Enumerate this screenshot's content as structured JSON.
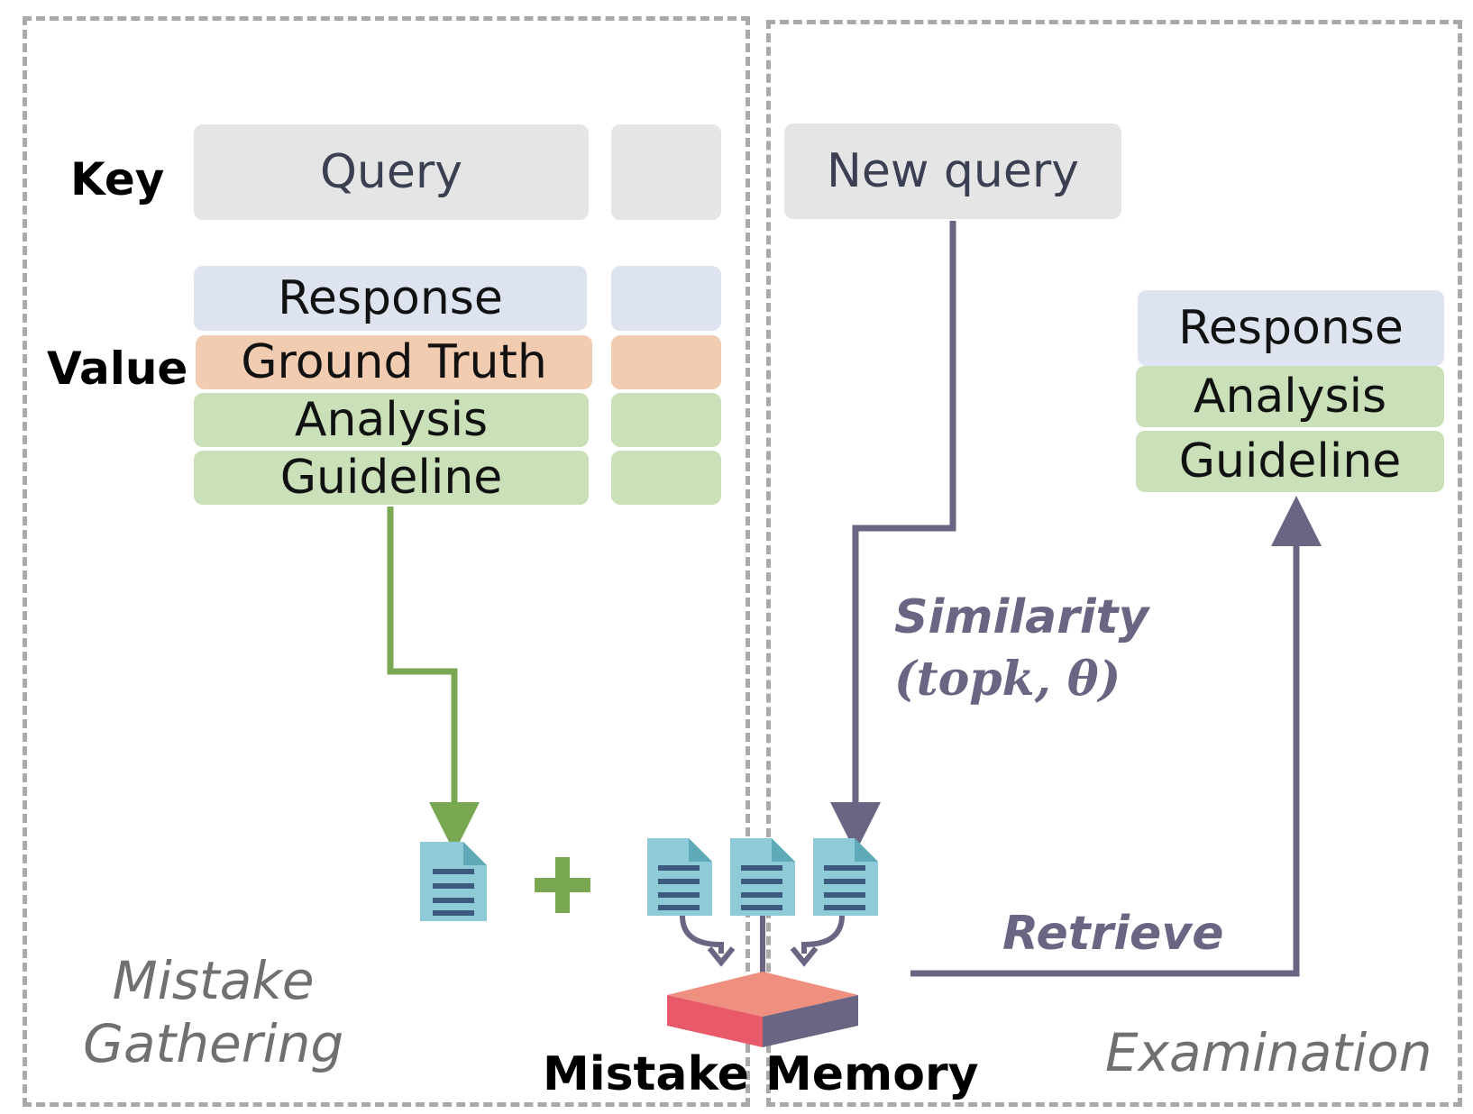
{
  "labels": {
    "key": "Key",
    "value": "Value",
    "gathering_line1": "Mistake",
    "gathering_line2": "Gathering",
    "examination": "Examination",
    "mistake_memory": "Mistake Memory",
    "similarity_line1": "Similarity",
    "similarity_line2": "(topk, θ)",
    "retrieve": "Retrieve"
  },
  "left_entry": {
    "key": "Query",
    "values": {
      "response": "Response",
      "ground_truth": "Ground Truth",
      "analysis": "Analysis",
      "guideline": "Guideline"
    }
  },
  "right_panel": {
    "new_query": "New query",
    "values": {
      "response": "Response",
      "analysis": "Analysis",
      "guideline": "Guideline"
    }
  },
  "colors": {
    "key_fill": "#e6e5e6",
    "response_fill": "#dde4f0",
    "ground_truth_fill": "#f2ccb0",
    "analysis_fill": "#c9e0b9",
    "guideline_fill": "#c9e0b9",
    "green_arrow": "#7aa852",
    "purple_arrow": "#6a6582",
    "document_icon": "#8ecbd6",
    "memory_top": "#ef8f80",
    "memory_side_left": "#e8596a",
    "memory_side_right": "#6a6582"
  },
  "icons": [
    "document-icon",
    "plus-icon",
    "database-icon"
  ]
}
